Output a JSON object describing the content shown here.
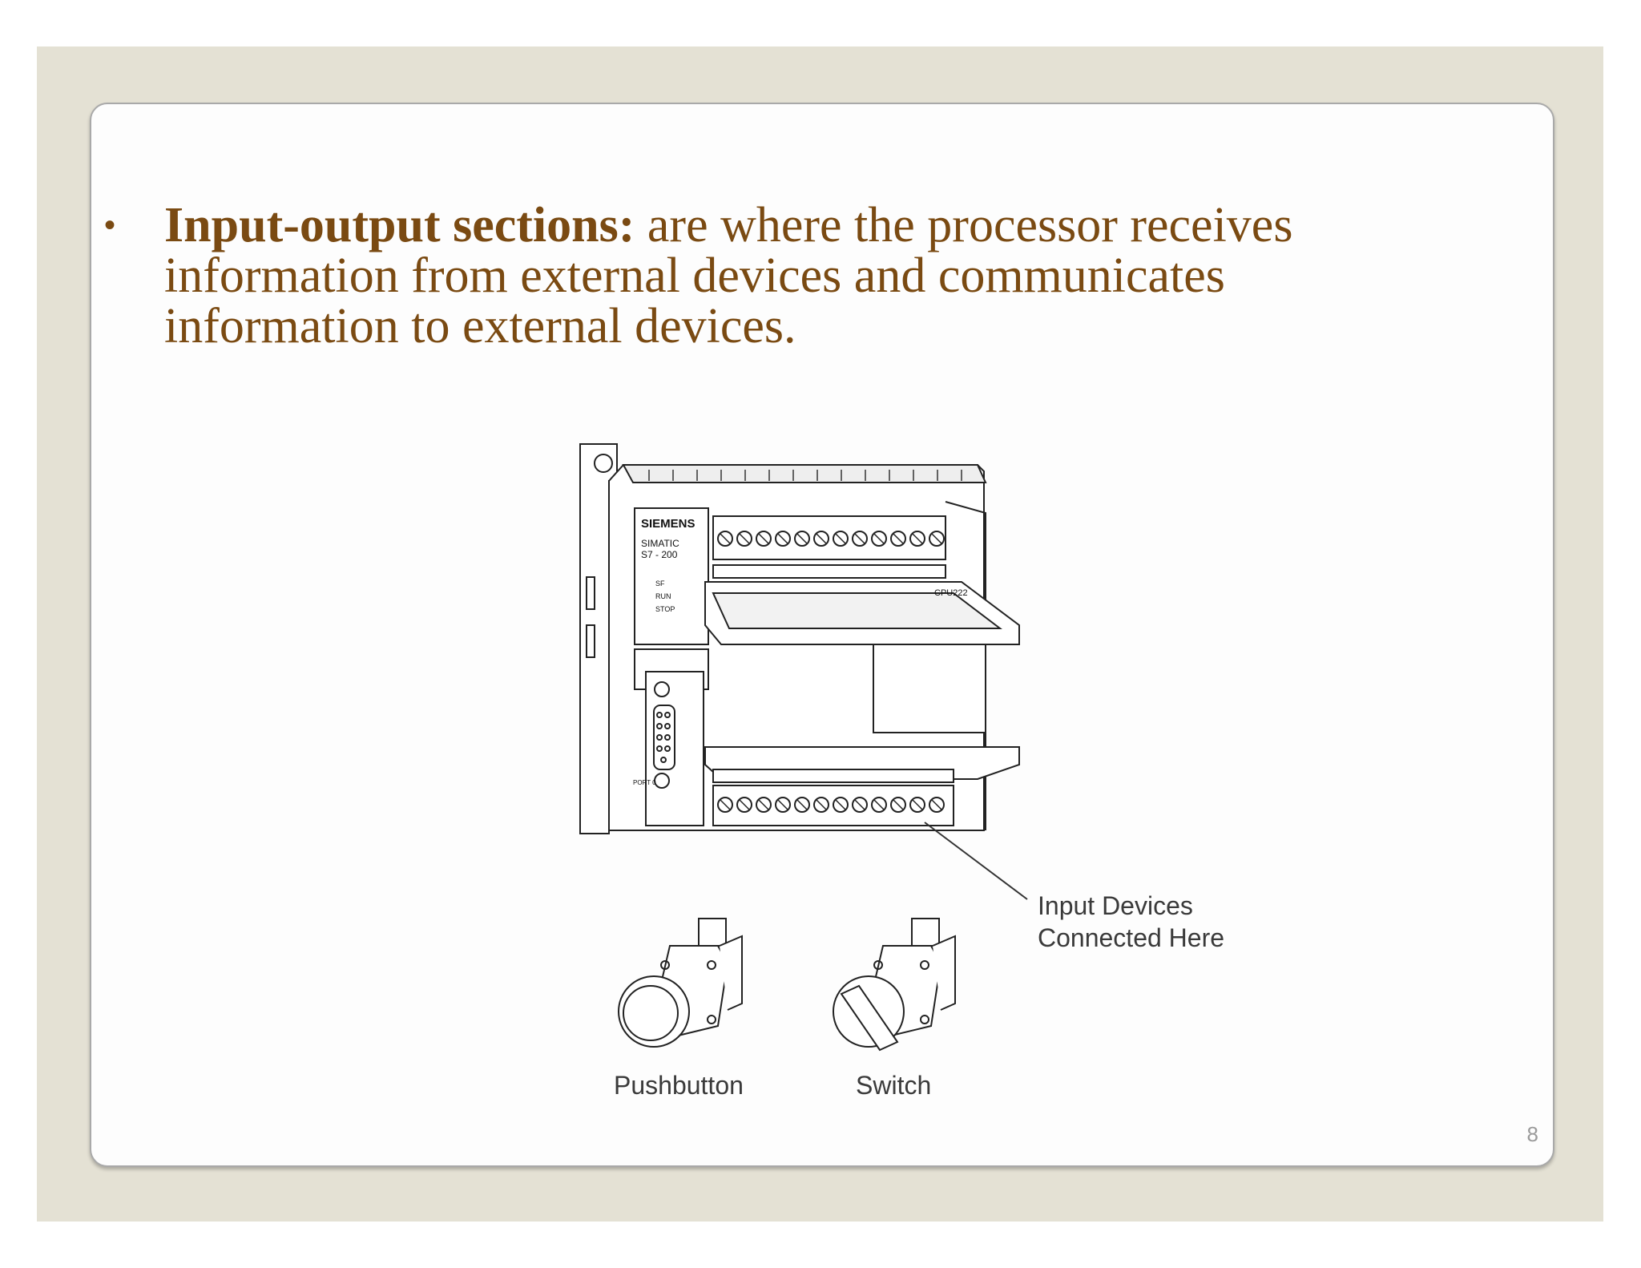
{
  "slide": {
    "bullet": {
      "heading": "Input-output sections:",
      "text": " are where the processor receives information from external devices and communicates information to external devices."
    },
    "page_number": "8"
  },
  "figure": {
    "device_label": {
      "brand": "SIEMENS",
      "line1": "SIMATIC",
      "line2": "S7 - 200",
      "model": "CPU222",
      "port": "PORT 0",
      "leds": [
        "SF",
        "RUN",
        "STOP"
      ]
    },
    "callout_line1": "Input Devices",
    "callout_line2": "Connected Here",
    "pushbutton_label": "Pushbutton",
    "switch_label": "Switch"
  }
}
